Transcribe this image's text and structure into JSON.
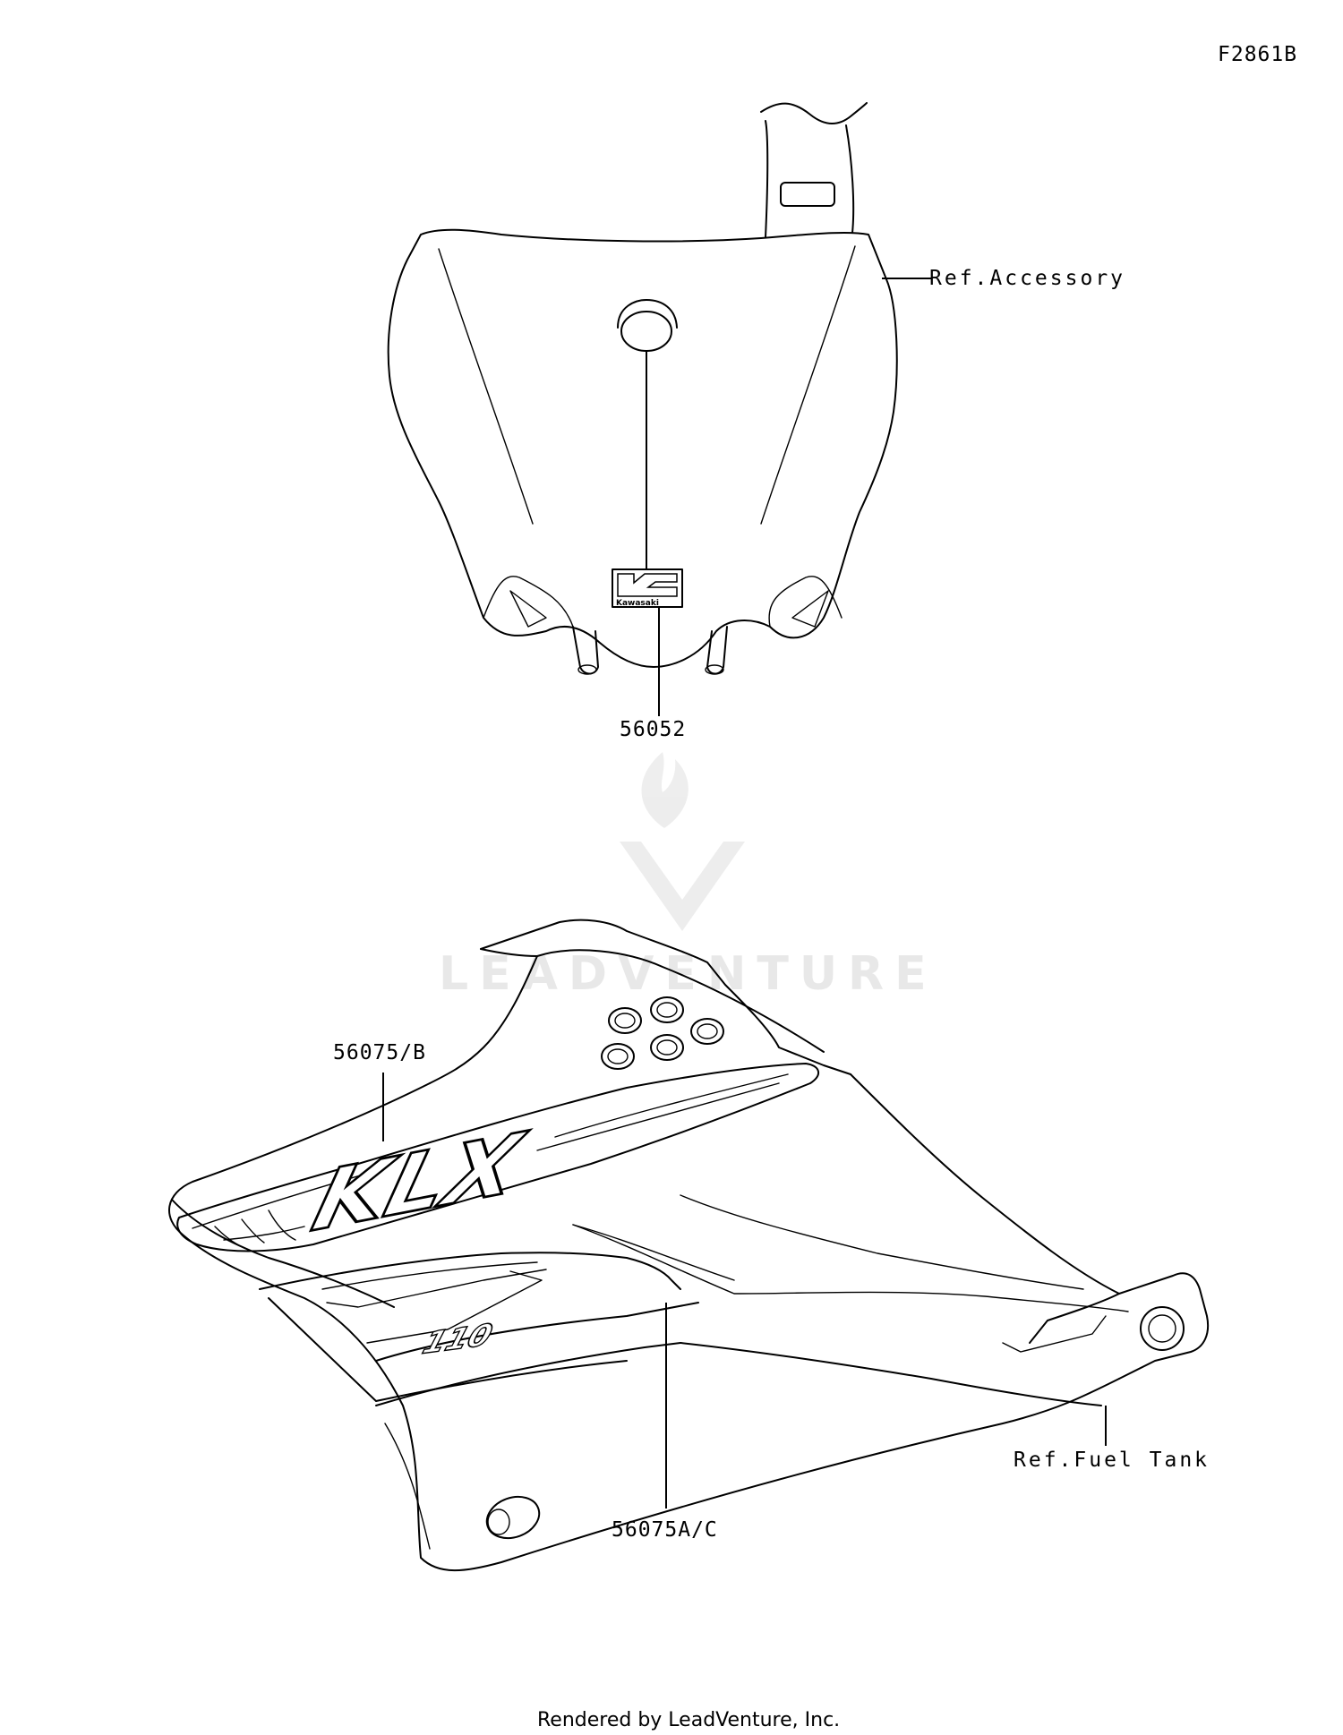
{
  "figure_id": "F2861B",
  "labels": {
    "ref_accessory": "Ref.Accessory",
    "part_56052": "56052",
    "part_56075b": "56075/B",
    "part_56075ac": "56075A/C",
    "ref_fuel_tank": "Ref.Fuel Tank"
  },
  "decal_text": {
    "brand": "Kawasaki",
    "model": "KLX",
    "displacement": "110"
  },
  "watermark": "LEADVENTURE",
  "footer": "Rendered by LeadVenture, Inc."
}
